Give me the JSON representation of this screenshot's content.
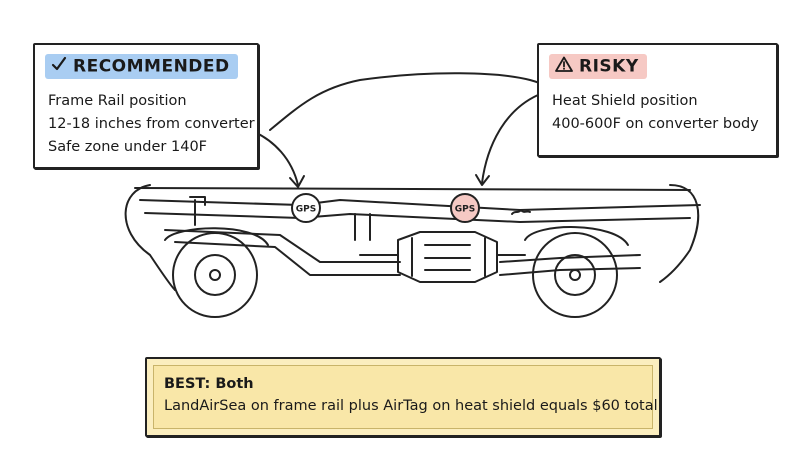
{
  "recommended": {
    "badge_label": "RECOMMENDED",
    "badge_icon": "checkmark-icon",
    "badge_color": "#a9cdf2",
    "lines": [
      "Frame Rail position",
      "12-18 inches from converter",
      "Safe zone under 140F"
    ]
  },
  "risky": {
    "badge_label": "RISKY",
    "badge_icon": "warning-icon",
    "badge_color": "#f6c9c4",
    "lines": [
      "Heat Shield position",
      "400-600F on converter body"
    ]
  },
  "best": {
    "title": "BEST: Both",
    "text": "LandAirSea on frame rail plus AirTag on heat shield equals $60 total"
  },
  "markers": {
    "frame_rail_label": "GPS",
    "heat_shield_label": "GPS",
    "frame_rail_color": "#ffffff",
    "heat_shield_color": "#f6c9c4"
  }
}
